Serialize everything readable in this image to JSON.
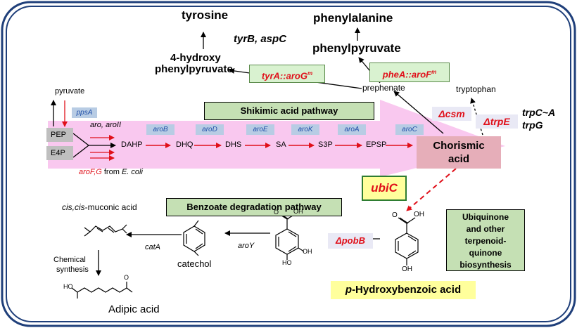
{
  "products": {
    "tyrosine": "tyrosine",
    "phenylalanine": "phenylalanine",
    "hydroxy_line1": "4-hydroxy",
    "hydroxy_line2": "phenylpyruvate",
    "phenylpyruvate": "phenylpyruvate",
    "prephenate": "prephenate",
    "tryptophan": "tryptophan"
  },
  "genes": {
    "tyrB_aspC": "tyrB, aspC",
    "tyrA_aroG": "tyrA::aroG",
    "tyrA_aroG_sup": "m",
    "pheA_aroF": "pheA::aroF",
    "pheA_aroF_sup": "m",
    "csm": "Δcsm",
    "trpE": "ΔtrpE",
    "trpC_line1": "trpC~A",
    "trpC_line2": "trpG",
    "ppsA": "ppsA",
    "aro_aroII": "aro, aroII",
    "aroB": "aroB",
    "aroD": "aroD",
    "aroE": "aroE",
    "aroK": "aroK",
    "aroA": "aroA",
    "aroC": "aroC",
    "aroFG": "aroF,G",
    "from_ecoli_prefix": " from ",
    "from_ecoli": "E. coli",
    "ubiC": "ubiC",
    "pobB": "ΔpobB",
    "catA": "catA",
    "aroY": "aroY"
  },
  "pathway": {
    "shikimic_title": "Shikimic acid pathway",
    "benzoate_title": "Benzoate degradation pathway",
    "pyruvate": "pyruvate",
    "pep": "PEP",
    "e4p": "E4P",
    "intermediates": [
      "DAHP",
      "DHQ",
      "DHS",
      "SA",
      "S3P",
      "EPSP"
    ],
    "chorismic_line1": "Chorismic",
    "chorismic_line2": "acid"
  },
  "bottom": {
    "muconic_prefix": "cis,cis",
    "muconic_suffix": "-muconic acid",
    "catechol": "catechol",
    "chemical_line1": "Chemical",
    "chemical_line2": "synthesis",
    "adipic": "Adipic acid",
    "phba_prefix": "p",
    "phba_suffix": "-Hydroxybenzoic acid",
    "ubiquinone_lines": [
      "Ubiquinone",
      "and other",
      "terpenoid-",
      "quinone",
      "biosynthesis"
    ],
    "oh_label": "OH",
    "o_label": "O",
    "ho_label": "HO"
  },
  "colors": {
    "frame": "#1f3f7a",
    "band": "#f9c8ef",
    "red": "#e0101a",
    "blue": "#1f4ea8",
    "green_box": "#c5e0b4",
    "yellow": "#ffff9c",
    "chorismic_box": "#e6aeb9"
  }
}
